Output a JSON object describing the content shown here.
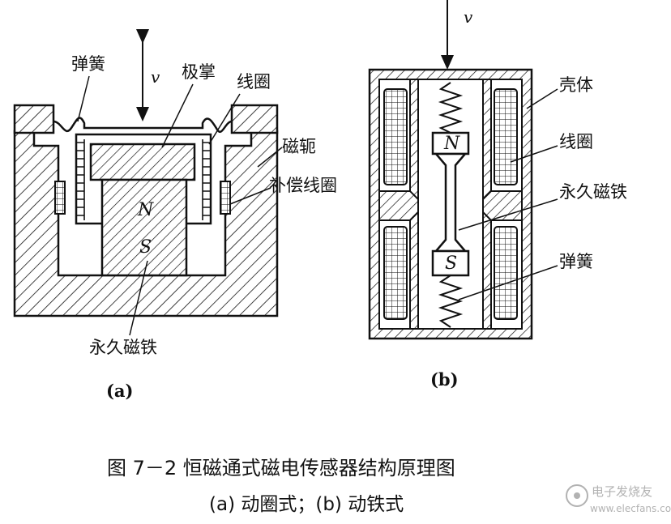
{
  "figure_a": {
    "labels": {
      "spring": "弹簧",
      "velocity": "v",
      "pole_shoe": "极掌",
      "coil": "线圈",
      "yoke": "磁轭",
      "compensation_coil": "补偿线圈",
      "permanent_magnet": "永久磁铁",
      "north": "N",
      "south": "S"
    },
    "sublabel": "(a)"
  },
  "figure_b": {
    "labels": {
      "velocity": "v",
      "housing": "壳体",
      "coil": "线圈",
      "permanent_magnet": "永久磁铁",
      "spring": "弹簧",
      "north": "N",
      "south": "S"
    },
    "sublabel": "(b)"
  },
  "caption": {
    "line1": "图 7－2  恒磁通式磁电传感器结构原理图",
    "line2": "(a) 动圈式；(b) 动铁式"
  },
  "watermark": {
    "name": "电子发烧友",
    "url": "www.elecfans.com"
  }
}
